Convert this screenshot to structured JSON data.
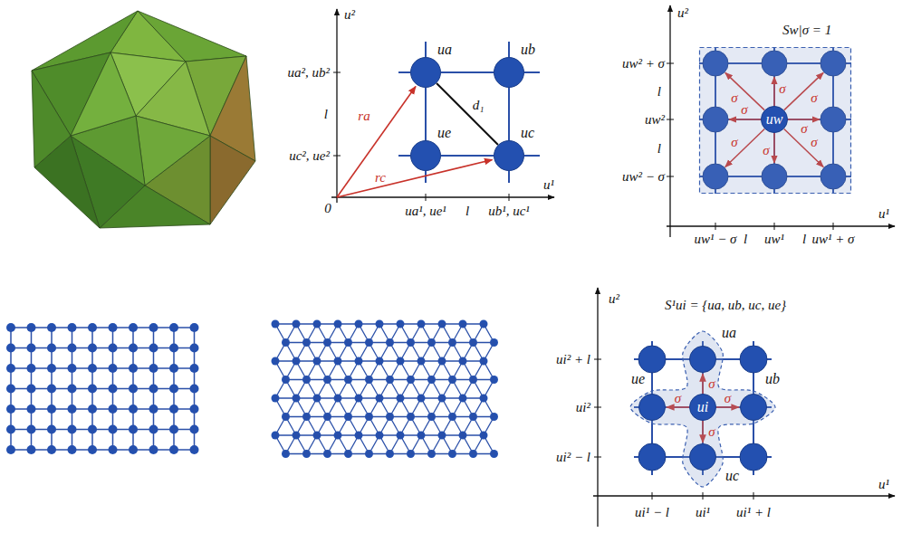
{
  "diagram": {
    "nodes": [
      {
        "text": [
          "ua"
        ]
      },
      {
        "text": [
          "ub"
        ]
      },
      {
        "text": [
          "ue"
        ]
      },
      {
        "text": [
          "uc"
        ]
      },
      {
        "text": [
          "Sw|σ = 1"
        ]
      },
      {
        "text": [
          "uw"
        ],
        "in": 4
      },
      {
        "text": [
          "S¹ui = {ua, ub, uc, ue}"
        ]
      },
      {
        "text": [
          "ua"
        ],
        "in": 6
      },
      {
        "text": [
          "ue"
        ],
        "in": 6
      },
      {
        "text": [
          "ui"
        ],
        "in": 6
      },
      {
        "text": [
          "ub"
        ],
        "in": 6
      },
      {
        "text": [
          "uc"
        ],
        "in": 6
      }
    ],
    "edges": [
      {
        "from": 0,
        "to": 1,
        "arrow": "none"
      },
      {
        "from": 0,
        "to": 2,
        "arrow": "none"
      },
      {
        "from": 1,
        "to": 3,
        "arrow": "none"
      },
      {
        "from": 2,
        "to": 3,
        "arrow": "none"
      },
      {
        "from": 0,
        "to": 3,
        "arrow": "none",
        "label": "d₁"
      },
      {
        "from": 9,
        "to": 7,
        "arrow": "to",
        "label": "σ"
      },
      {
        "from": 9,
        "to": 10,
        "arrow": "to",
        "label": "σ"
      },
      {
        "from": 9,
        "to": 11,
        "arrow": "to",
        "label": "σ"
      },
      {
        "from": 9,
        "to": 8,
        "arrow": "to",
        "label": "σ"
      }
    ],
    "labels": [
      "u²",
      "u¹",
      "ua², ub²",
      "l",
      "uc², ue²",
      "ua¹, ue¹",
      "l",
      "ub¹, uc¹",
      "0",
      "ra",
      "rc",
      "u²",
      "u¹",
      "uw² + σ",
      "l",
      "uw²",
      "l",
      "uw² − σ",
      "uw¹ − σ",
      "uw¹",
      "l",
      "l",
      "uw¹ + σ",
      "σ",
      "σ",
      "σ",
      "σ",
      "σ",
      "σ",
      "σ",
      "σ",
      "u²",
      "u¹",
      "ui² + l",
      "ui²",
      "ui² − l",
      "ui¹ − l",
      "ui¹",
      "ui¹ + l"
    ]
  }
}
